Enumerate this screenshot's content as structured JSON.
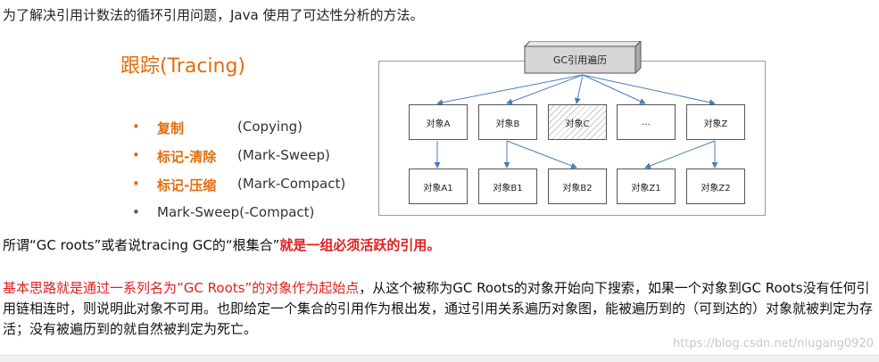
{
  "intro": "为了解决引用计数法的循环引用问题，Java 使用了可达性分析的方法。",
  "title": "跟踪(Tracing)",
  "methods": [
    {
      "cn": "复制",
      "en": "(Copying)"
    },
    {
      "cn": "标记-清除",
      "en": "(Mark-Sweep)"
    },
    {
      "cn": "标记-压缩",
      "en": "(Mark-Compact)"
    },
    {
      "plain": "Mark-Sweep(-Compact)"
    }
  ],
  "bullet": "•",
  "diagram": {
    "root": "GC引用遍历",
    "level1": [
      "对象A",
      "对象B",
      "对象C",
      "...",
      "对象Z"
    ],
    "level2": [
      "对象A1",
      "对象B1",
      "对象B2",
      "对象Z1",
      "对象Z2"
    ]
  },
  "line1": {
    "normal": "所谓“GC roots”或者说tracing GC的“根集合”",
    "red": "就是一组必须活跃的引用。"
  },
  "paragraph": {
    "red": "基本思路就是通过一系列名为”GC Roots”的对象作为起始点",
    "rest": "，从这个被称为GC Roots的对象开始向下搜索，如果一个对象到GC Roots没有任何引用链相连时，则说明此对象不可用。也即给定一个集合的引用作为根出发，通过引用关系遍历对象图，能被遍历到的（可到达的）对象就被判定为存活；没有被遍历到的就自然被判定为死亡。"
  },
  "watermark": "https://blog.csdn.net/niugang0920"
}
